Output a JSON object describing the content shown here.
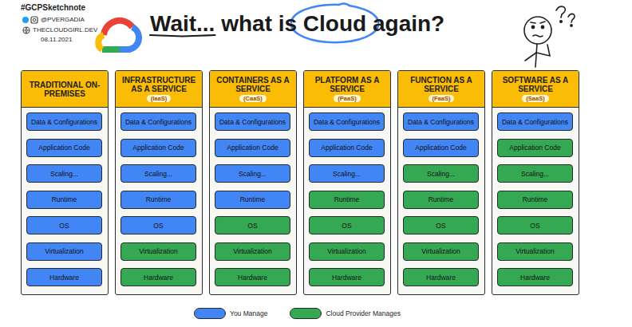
{
  "diagram": {
    "title": "Wait... what is Cloud again?",
    "nodes": [
      {
        "text": [
          "TRADITIONAL ON-PREMISES"
        ]
      },
      {
        "text": [
          "Data & Configurations"
        ],
        "in": 0
      },
      {
        "text": [
          "Application Code"
        ],
        "in": 0
      },
      {
        "text": [
          "Scaling..."
        ],
        "in": 0
      },
      {
        "text": [
          "Runtime"
        ],
        "in": 0
      },
      {
        "text": [
          "OS"
        ],
        "in": 0
      },
      {
        "text": [
          "Virtualization"
        ],
        "in": 0
      },
      {
        "text": [
          "Hardware"
        ],
        "in": 0
      },
      {
        "text": [
          "INFRASTRUCTURE AS A SERVICE",
          "(IaaS)"
        ]
      },
      {
        "text": [
          "Data & Configurations"
        ],
        "in": 8
      },
      {
        "text": [
          "Application Code"
        ],
        "in": 8
      },
      {
        "text": [
          "Scaling..."
        ],
        "in": 8
      },
      {
        "text": [
          "Runtime"
        ],
        "in": 8
      },
      {
        "text": [
          "OS"
        ],
        "in": 8
      },
      {
        "text": [
          "Virtualization"
        ],
        "in": 8
      },
      {
        "text": [
          "Hardware"
        ],
        "in": 8
      },
      {
        "text": [
          "CONTAINERS AS A SERVICE",
          "(CaaS)"
        ]
      },
      {
        "text": [
          "Data & Configurations"
        ],
        "in": 16
      },
      {
        "text": [
          "Application Code"
        ],
        "in": 16
      },
      {
        "text": [
          "Scaling..."
        ],
        "in": 16
      },
      {
        "text": [
          "Runtime"
        ],
        "in": 16
      },
      {
        "text": [
          "OS"
        ],
        "in": 16
      },
      {
        "text": [
          "Virtualization"
        ],
        "in": 16
      },
      {
        "text": [
          "Hardware"
        ],
        "in": 16
      },
      {
        "text": [
          "PLATFORM AS A SERVICE",
          "(PaaS)"
        ]
      },
      {
        "text": [
          "Data & Configurations"
        ],
        "in": 24
      },
      {
        "text": [
          "Application Code"
        ],
        "in": 24
      },
      {
        "text": [
          "Scaling..."
        ],
        "in": 24
      },
      {
        "text": [
          "Runtime"
        ],
        "in": 24
      },
      {
        "text": [
          "OS"
        ],
        "in": 24
      },
      {
        "text": [
          "Virtualization"
        ],
        "in": 24
      },
      {
        "text": [
          "Hardware"
        ],
        "in": 24
      },
      {
        "text": [
          "FUNCTION AS A SERVICE",
          "(FaaS)"
        ]
      },
      {
        "text": [
          "Data & Configurations"
        ],
        "in": 32
      },
      {
        "text": [
          "Application Code"
        ],
        "in": 32
      },
      {
        "text": [
          "Scaling..."
        ],
        "in": 32
      },
      {
        "text": [
          "Runtime"
        ],
        "in": 32
      },
      {
        "text": [
          "OS"
        ],
        "in": 32
      },
      {
        "text": [
          "Virtualization"
        ],
        "in": 32
      },
      {
        "text": [
          "Hardware"
        ],
        "in": 32
      },
      {
        "text": [
          "SOFTWARE AS A SERVICE",
          "(SaaS)"
        ]
      },
      {
        "text": [
          "Data & Configurations"
        ],
        "in": 40
      },
      {
        "text": [
          "Application Code"
        ],
        "in": 40
      },
      {
        "text": [
          "Scaling..."
        ],
        "in": 40
      },
      {
        "text": [
          "Runtime"
        ],
        "in": 40
      },
      {
        "text": [
          "OS"
        ],
        "in": 40
      },
      {
        "text": [
          "Virtualization"
        ],
        "in": 40
      },
      {
        "text": [
          "Hardware"
        ],
        "in": 40
      }
    ],
    "labels": [
      "#GCPSketchnote",
      "@PVERGADIA",
      "THECLOUDGIRL.DEV",
      "08.11.2021"
    ],
    "legend": [
      {
        "text": "You Manage",
        "color": "#4285f4"
      },
      {
        "text": "Cloud Provider Manages",
        "color": "#34a853"
      }
    ]
  }
}
